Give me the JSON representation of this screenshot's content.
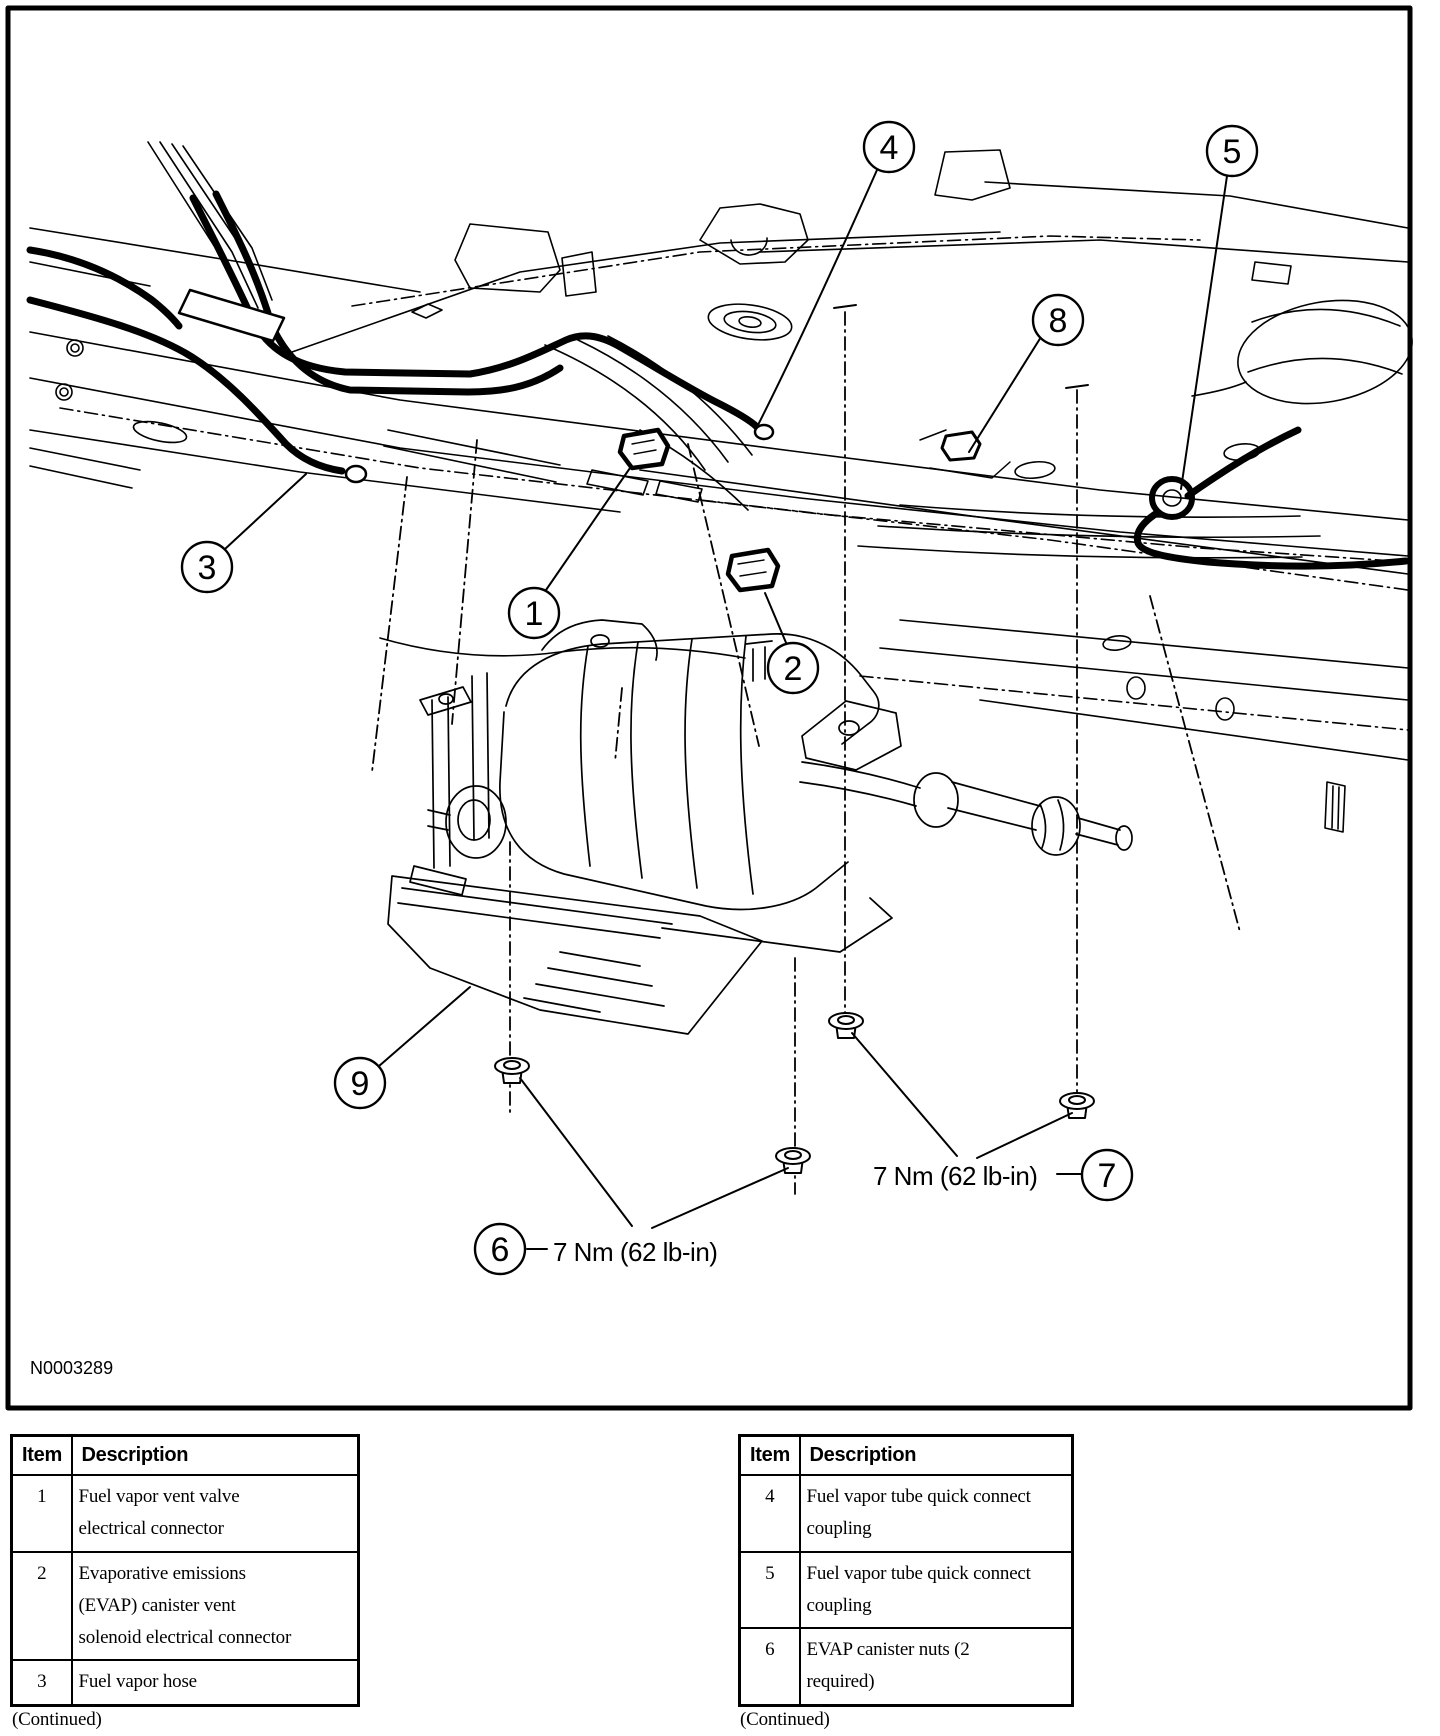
{
  "figure": {
    "id": "N0003289"
  },
  "diagram": {
    "callouts": [
      "1",
      "2",
      "3",
      "4",
      "5",
      "6",
      "7",
      "8",
      "9"
    ],
    "torque_labels": {
      "left": "7 Nm (62 lb-in)",
      "right": "7 Nm (62 lb-in)"
    }
  },
  "colors": {
    "ink": "#000000",
    "paper": "#ffffff"
  },
  "tables": [
    {
      "headers": {
        "item": "Item",
        "description": "Description"
      },
      "rows": [
        {
          "item": "1",
          "description": "Fuel vapor vent valve\nelectrical connector"
        },
        {
          "item": "2",
          "description": "Evaporative emissions\n(EVAP) canister vent\nsolenoid electrical connector"
        },
        {
          "item": "3",
          "description": "Fuel vapor hose"
        }
      ],
      "footer": "(Continued)"
    },
    {
      "headers": {
        "item": "Item",
        "description": "Description"
      },
      "rows": [
        {
          "item": "4",
          "description": "Fuel vapor tube quick connect\ncoupling"
        },
        {
          "item": "5",
          "description": "Fuel vapor tube quick connect\ncoupling"
        },
        {
          "item": "6",
          "description": "EVAP canister nuts (2\nrequired)"
        }
      ],
      "footer": "(Continued)"
    }
  ]
}
